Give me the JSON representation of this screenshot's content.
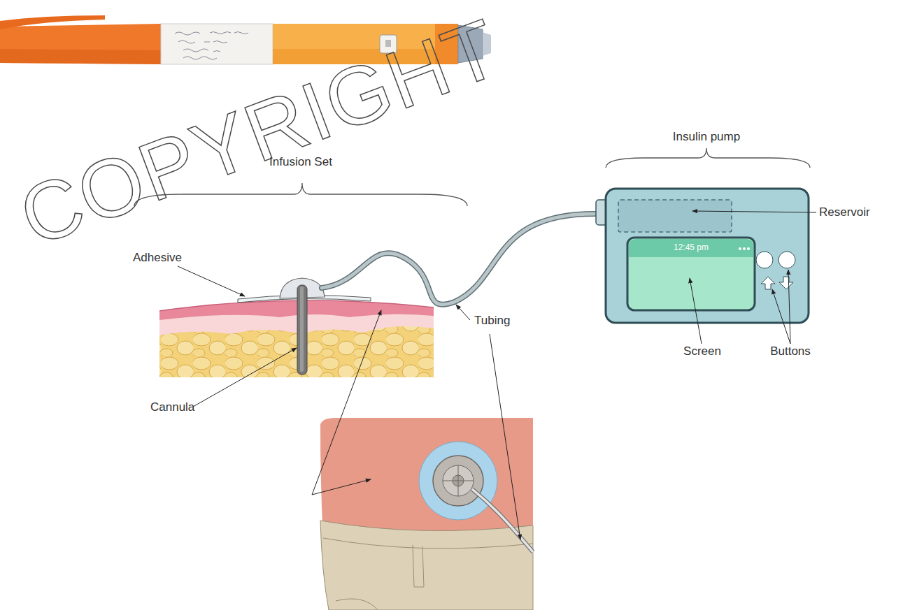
{
  "diagram": {
    "labels": [
      "COPYRIGHT",
      "Insulin pump",
      "Infusion Set",
      "Adhesive",
      "Reservoir",
      "12:45 pm",
      "Tubing",
      "Screen",
      "Buttons",
      "Cannula"
    ]
  }
}
